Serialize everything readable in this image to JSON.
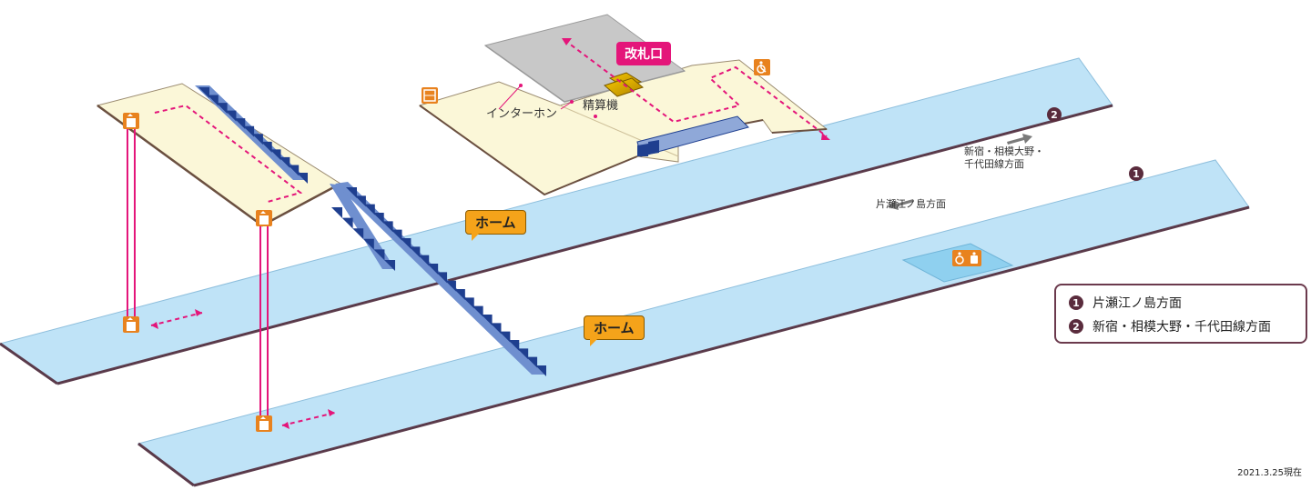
{
  "gate": {
    "label": "改札口"
  },
  "facilities": {
    "intercom": "インターホン",
    "fare_adjustment": "精算機"
  },
  "platforms": {
    "upper": {
      "callout": "ホーム",
      "number": "2"
    },
    "lower": {
      "callout": "ホーム",
      "number": "1"
    }
  },
  "directions": {
    "upper": "新宿・相模大野・\n千代田線方面",
    "lower": "片瀬江ノ島方面"
  },
  "legend": [
    {
      "number": "1",
      "text": "片瀬江ノ島方面"
    },
    {
      "number": "2",
      "text": "新宿・相模大野・千代田線方面"
    }
  ],
  "date_note": "2021.3.25現在",
  "colors": {
    "platform": "#bfe3f7",
    "platform_edge": "#5a3a4a",
    "concourse": "#fbf7d8",
    "gate_area": "#c8c8c8",
    "stairs": "#1f3f8f",
    "route": "#e4157a",
    "elevator": "#e4157a",
    "icon": "#e8821e",
    "accessible_area": "#8fd0ef"
  },
  "icons": {
    "elevator": "elevator-icon",
    "tactile_map": "tactile-map-icon",
    "accessible_toilet": "accessible-toilet-icon",
    "wheelchair": "wheelchair-icon",
    "direction_arrow": "direction-arrow-icon"
  }
}
